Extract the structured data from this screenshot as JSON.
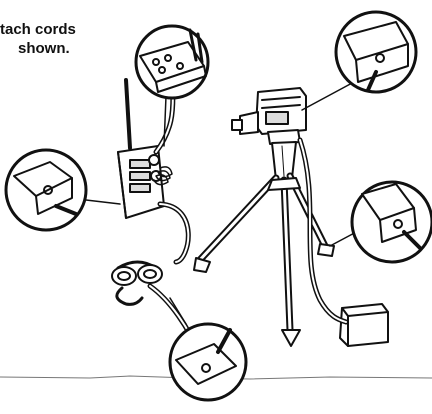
{
  "instruction": {
    "line1": "tach cords",
    "line2": "shown."
  },
  "palette": {
    "ink": "#111111",
    "paper": "#ffffff",
    "shade": "#888888"
  },
  "callouts": [
    {
      "name": "callout-top-battery-terminals",
      "shows": "battery-terminals-icon"
    },
    {
      "name": "callout-top-right-jack",
      "shows": "camera-jack-icon"
    },
    {
      "name": "callout-left-jack",
      "shows": "radio-jack-icon"
    },
    {
      "name": "callout-right-jack",
      "shows": "battery-box-jack-icon"
    },
    {
      "name": "callout-bottom-jack",
      "shows": "headset-jack-icon"
    }
  ]
}
